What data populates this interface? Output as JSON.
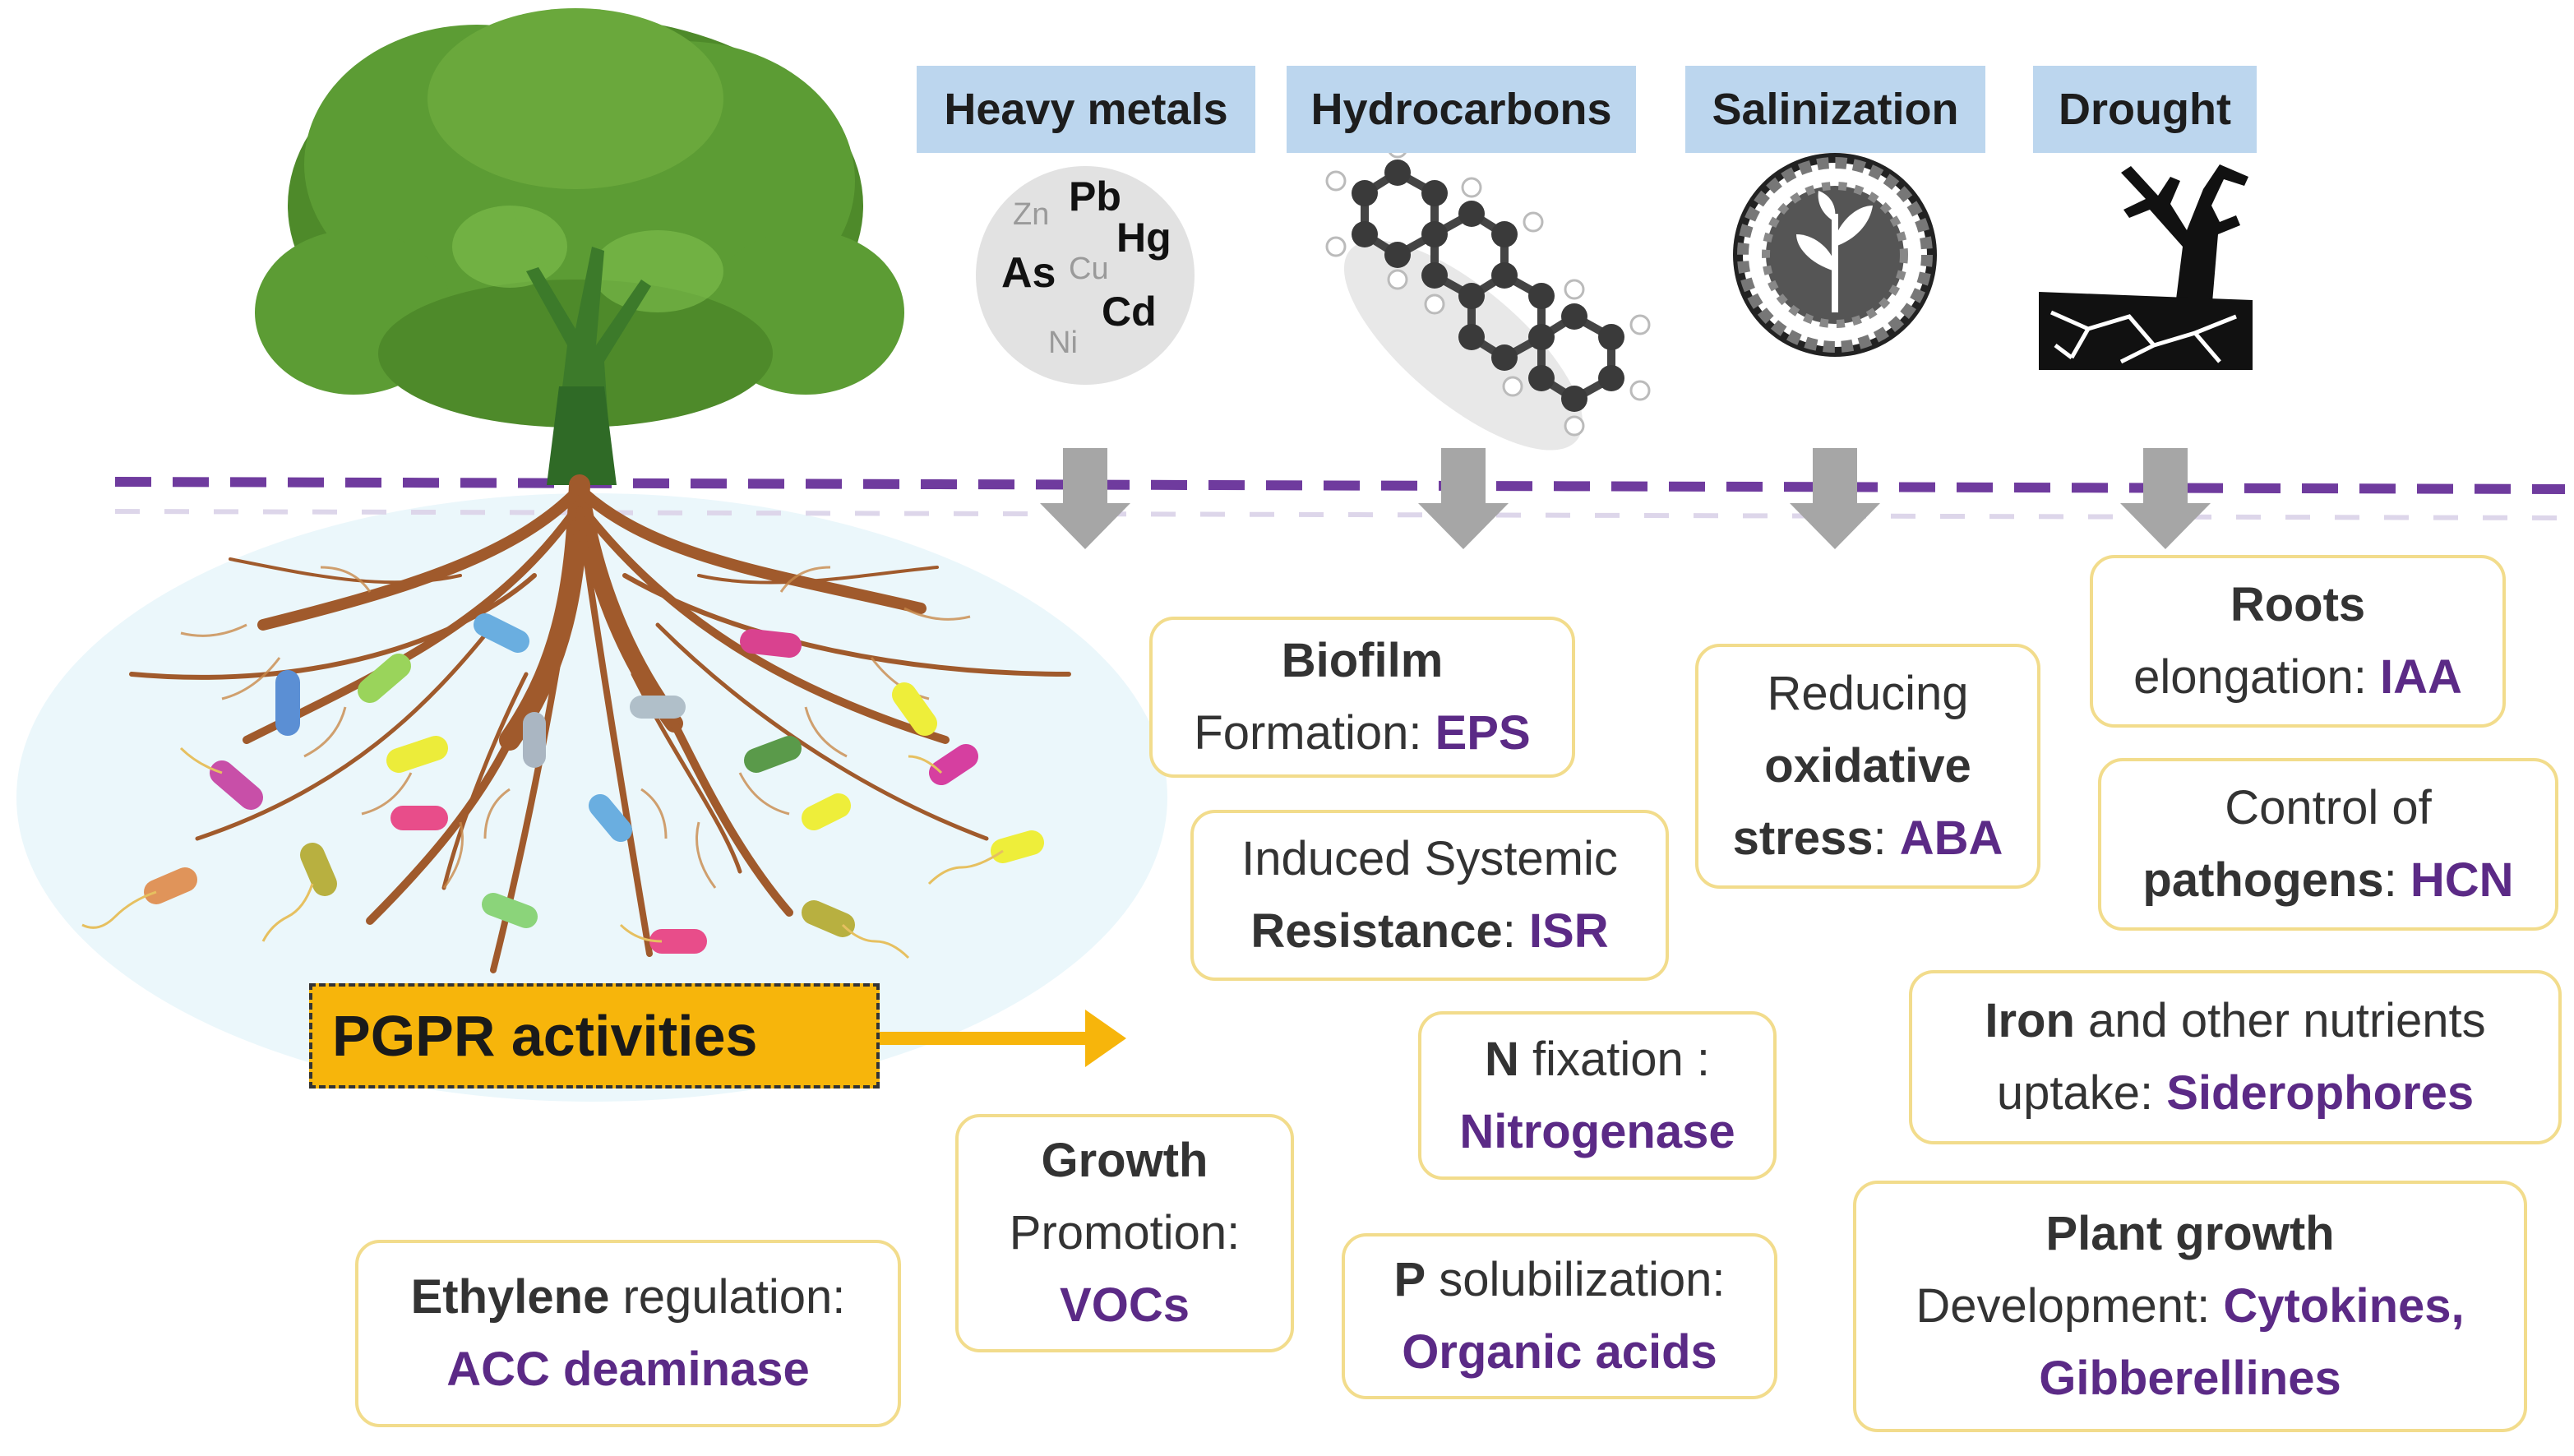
{
  "stress_labels": {
    "heavy_metals": "Heavy metals",
    "hydrocarbons": "Hydrocarbons",
    "salinization": "Salinization",
    "drought": "Drought"
  },
  "metals": {
    "pb": "Pb",
    "hg": "Hg",
    "as": "As",
    "cd": "Cd",
    "zn": "Zn",
    "cu": "Cu",
    "ni": "Ni"
  },
  "pgpr_label": "PGPR activities",
  "boxes": {
    "biofilm": {
      "bold": "Biofilm",
      "text": "Formation: ",
      "term": "EPS"
    },
    "isr": {
      "text": "Induced Systemic",
      "bold": "Resistance",
      "sep": ": ",
      "term": "ISR"
    },
    "n_fix": {
      "bold": "N",
      "text": " fixation :",
      "term": "Nitrogenase"
    },
    "p_sol": {
      "bold": "P",
      "text": " solubilization:",
      "term": "Organic acids"
    },
    "growth": {
      "bold": "Growth",
      "text": "Promotion:",
      "term": "VOCs"
    },
    "ethylene": {
      "bold": "Ethylene",
      "text": " regulation:",
      "term": "ACC deaminase"
    },
    "oxidative": {
      "text": "Reducing",
      "bold1": "oxidative",
      "bold2": "stress",
      "sep": ": ",
      "term": "ABA"
    },
    "roots": {
      "bold": "Roots",
      "text": "elongation: ",
      "term": "IAA"
    },
    "pathogens": {
      "text": "Control of",
      "bold": "pathogens",
      "sep": ": ",
      "term": "HCN"
    },
    "iron": {
      "bold": "Iron",
      "text": " and other nutrients",
      "text2": "uptake: ",
      "term": "Siderophores"
    },
    "plant_growth": {
      "bold": "Plant growth",
      "text": "Development: ",
      "term1": "Cytokines,",
      "term2": "Gibberellines"
    }
  },
  "colors": {
    "highlight": "#5b2a86",
    "box_border": "#f2dc8c",
    "label_bg": "#bcd6ee",
    "pgpr_bg": "#f7b50b",
    "soil_line": "#6f3b9e",
    "arrow_gray": "#a6a6a6"
  }
}
